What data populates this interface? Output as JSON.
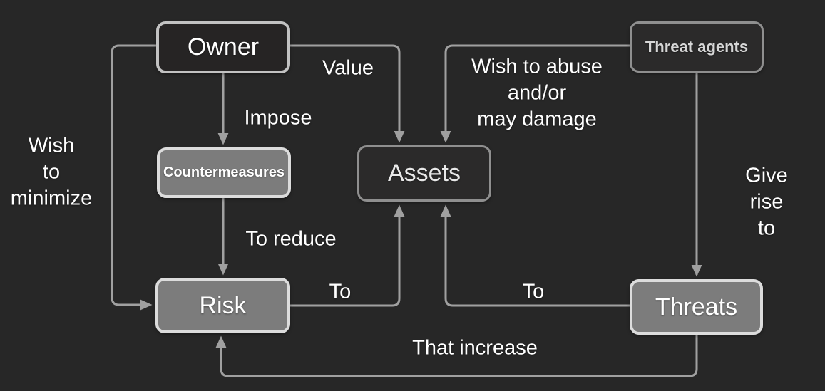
{
  "diagram": {
    "type": "flowchart",
    "colors": {
      "background": "#272727",
      "line": "#a0a0a0",
      "node_gray_fill": "#7c7c7c",
      "node_dark_fill": "#2b2a2a",
      "owner_fill": "#262424",
      "border_light": "#dcdcdc",
      "border_mid": "#8f8f8f",
      "owner_border": "#c2c2c2",
      "text": "#ffffff",
      "threat_agents_text": "#d6d6d6"
    },
    "nodes": {
      "owner": {
        "label": "Owner"
      },
      "threat_agents": {
        "label": "Threat agents"
      },
      "countermeasures": {
        "label": "Countermeasures"
      },
      "assets": {
        "label": "Assets"
      },
      "risk": {
        "label": "Risk"
      },
      "threats": {
        "label": "Threats"
      }
    },
    "edges": [
      {
        "id": "wish-to-minimize",
        "from": "owner",
        "to": "risk",
        "label": "Wish\nto\nminimize"
      },
      {
        "id": "impose",
        "from": "owner",
        "to": "countermeasures",
        "label": "Impose"
      },
      {
        "id": "value",
        "from": "owner",
        "to": "assets",
        "label": "Value"
      },
      {
        "id": "wish-to-abuse",
        "from": "threat_agents",
        "to": "assets",
        "label": "Wish to abuse\nand/or\nmay damage"
      },
      {
        "id": "give-rise-to",
        "from": "threat_agents",
        "to": "threats",
        "label": "Give rise\nto"
      },
      {
        "id": "to-reduce",
        "from": "countermeasures",
        "to": "risk",
        "label": "To reduce"
      },
      {
        "id": "to-risk-assets",
        "from": "risk",
        "to": "assets",
        "label": "To"
      },
      {
        "id": "to-threats-assets",
        "from": "threats",
        "to": "assets",
        "label": "To"
      },
      {
        "id": "that-increase",
        "from": "threats",
        "to": "risk",
        "label": "That increase"
      }
    ]
  }
}
